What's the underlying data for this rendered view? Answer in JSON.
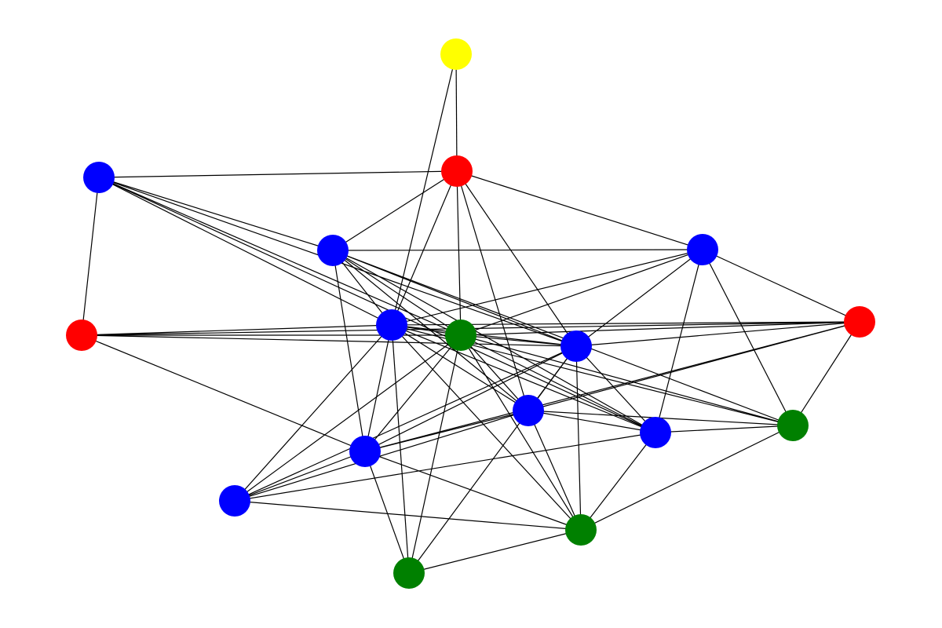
{
  "graph": {
    "node_colors": {
      "yellow": "#ffff00",
      "red": "#ff0000",
      "blue": "#0000ff",
      "green": "#008000"
    },
    "edge_color": "#000000",
    "nodes": [
      {
        "id": "n0",
        "color": "yellow"
      },
      {
        "id": "n1",
        "color": "red"
      },
      {
        "id": "n2",
        "color": "blue"
      },
      {
        "id": "n3",
        "color": "blue"
      },
      {
        "id": "n4",
        "color": "blue"
      },
      {
        "id": "n5",
        "color": "red"
      },
      {
        "id": "n6",
        "color": "blue"
      },
      {
        "id": "n7",
        "color": "green"
      },
      {
        "id": "n8",
        "color": "red"
      },
      {
        "id": "n9",
        "color": "blue"
      },
      {
        "id": "n10",
        "color": "blue"
      },
      {
        "id": "n11",
        "color": "blue"
      },
      {
        "id": "n12",
        "color": "green"
      },
      {
        "id": "n13",
        "color": "blue"
      },
      {
        "id": "n14",
        "color": "blue"
      },
      {
        "id": "n15",
        "color": "green"
      },
      {
        "id": "n16",
        "color": "green"
      }
    ],
    "edges": [
      [
        "n0",
        "n1"
      ],
      [
        "n0",
        "n6"
      ],
      [
        "n1",
        "n2"
      ],
      [
        "n1",
        "n3"
      ],
      [
        "n1",
        "n4"
      ],
      [
        "n1",
        "n6"
      ],
      [
        "n1",
        "n7"
      ],
      [
        "n1",
        "n9"
      ],
      [
        "n1",
        "n10"
      ],
      [
        "n2",
        "n5"
      ],
      [
        "n2",
        "n3"
      ],
      [
        "n2",
        "n6"
      ],
      [
        "n2",
        "n7"
      ],
      [
        "n2",
        "n9"
      ],
      [
        "n2",
        "n11"
      ],
      [
        "n3",
        "n4"
      ],
      [
        "n3",
        "n6"
      ],
      [
        "n3",
        "n7"
      ],
      [
        "n3",
        "n9"
      ],
      [
        "n3",
        "n10"
      ],
      [
        "n3",
        "n11"
      ],
      [
        "n3",
        "n12"
      ],
      [
        "n3",
        "n13"
      ],
      [
        "n4",
        "n6"
      ],
      [
        "n4",
        "n7"
      ],
      [
        "n4",
        "n9"
      ],
      [
        "n4",
        "n8"
      ],
      [
        "n4",
        "n11"
      ],
      [
        "n4",
        "n12"
      ],
      [
        "n5",
        "n6"
      ],
      [
        "n5",
        "n7"
      ],
      [
        "n5",
        "n8"
      ],
      [
        "n5",
        "n9"
      ],
      [
        "n5",
        "n13"
      ],
      [
        "n6",
        "n7"
      ],
      [
        "n6",
        "n8"
      ],
      [
        "n6",
        "n9"
      ],
      [
        "n6",
        "n10"
      ],
      [
        "n6",
        "n11"
      ],
      [
        "n6",
        "n12"
      ],
      [
        "n6",
        "n13"
      ],
      [
        "n6",
        "n14"
      ],
      [
        "n6",
        "n15"
      ],
      [
        "n6",
        "n16"
      ],
      [
        "n7",
        "n8"
      ],
      [
        "n7",
        "n9"
      ],
      [
        "n7",
        "n10"
      ],
      [
        "n7",
        "n11"
      ],
      [
        "n7",
        "n12"
      ],
      [
        "n7",
        "n13"
      ],
      [
        "n7",
        "n14"
      ],
      [
        "n7",
        "n15"
      ],
      [
        "n7",
        "n16"
      ],
      [
        "n8",
        "n9"
      ],
      [
        "n8",
        "n10"
      ],
      [
        "n8",
        "n12"
      ],
      [
        "n8",
        "n13"
      ],
      [
        "n9",
        "n10"
      ],
      [
        "n9",
        "n11"
      ],
      [
        "n9",
        "n13"
      ],
      [
        "n9",
        "n14"
      ],
      [
        "n9",
        "n15"
      ],
      [
        "n9",
        "n16"
      ],
      [
        "n10",
        "n11"
      ],
      [
        "n10",
        "n12"
      ],
      [
        "n10",
        "n13"
      ],
      [
        "n10",
        "n14"
      ],
      [
        "n10",
        "n15"
      ],
      [
        "n11",
        "n12"
      ],
      [
        "n11",
        "n14"
      ],
      [
        "n11",
        "n15"
      ],
      [
        "n12",
        "n15"
      ],
      [
        "n13",
        "n14"
      ],
      [
        "n13",
        "n15"
      ],
      [
        "n13",
        "n16"
      ],
      [
        "n14",
        "n15"
      ],
      [
        "n15",
        "n16"
      ]
    ]
  }
}
